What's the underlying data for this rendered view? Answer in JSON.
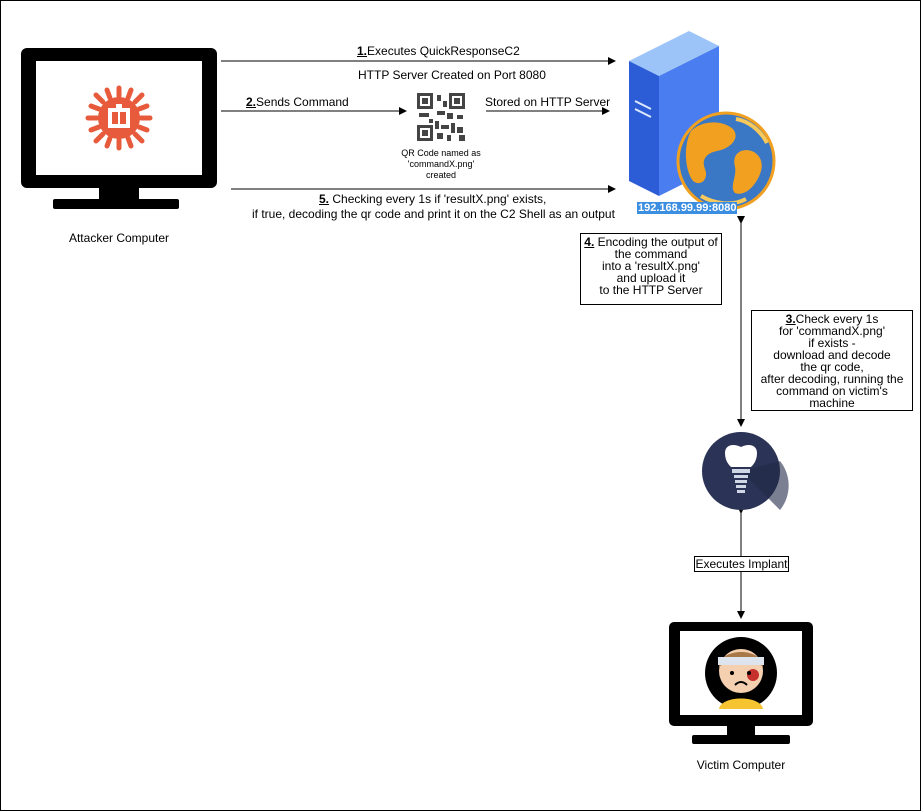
{
  "nodes": {
    "attacker": {
      "label": "Attacker Computer",
      "icon": "malware-bug-icon"
    },
    "server": {
      "label": "192.168.99.99:8080",
      "icon": "web-server-globe-icon"
    },
    "qr": {
      "icon": "qr-code-icon",
      "caption_lines": [
        "QR Code named as",
        "'commandX.png'",
        "created"
      ]
    },
    "implant": {
      "icon": "tooth-implant-icon"
    },
    "victim": {
      "label": "Victim Computer",
      "icon": "injured-person-icon"
    }
  },
  "steps": {
    "s1": {
      "num": "1.",
      "text": "Executes QuickResponseC2",
      "sub": "HTTP Server Created on Port 8080"
    },
    "s2": {
      "num": "2.",
      "text": "Sends Command",
      "stored": "Stored on HTTP Server"
    },
    "s5": {
      "num": "5.",
      "line1": " Checking every 1s if 'resultX.png' exists,",
      "line2": "if true, decoding the qr code and print it on the C2 Shell as an output"
    },
    "s4": {
      "num": "4.",
      "lines": [
        " Encoding the output of",
        "the command",
        "into a 'resultX.png'",
        "and upload it",
        "to the HTTP Server"
      ]
    },
    "s3": {
      "num": "3.",
      "first": "Check every 1s",
      "lines": [
        "for 'commandX.png'",
        "if exists -",
        "download and decode",
        "the qr code,",
        "after decoding, running the",
        "command on victim's machine"
      ]
    },
    "exec": {
      "text": "Executes Implant"
    }
  },
  "colors": {
    "bug": "#e85a3c",
    "server_blue": "#2c5cd6",
    "globe_blue": "#3a78c6",
    "globe_fire": "#f2a020",
    "implant_bg": "#2b3456",
    "ip_bg": "#3c8ee0"
  }
}
